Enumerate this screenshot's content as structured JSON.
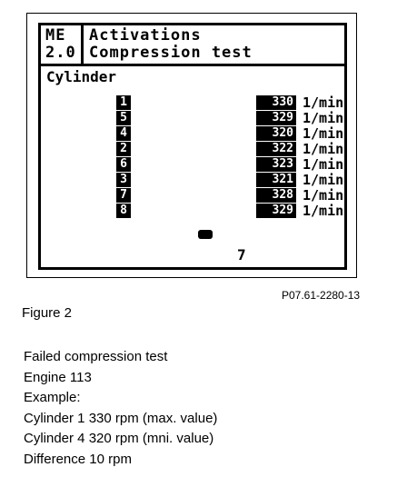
{
  "screen": {
    "header": {
      "system": "ME",
      "version": "2.0",
      "menu": "Activations",
      "function": "Compression test"
    },
    "cylinder_label": "Cylinder",
    "rows": [
      {
        "cyl": "1",
        "value": "330",
        "unit": "1/min"
      },
      {
        "cyl": "5",
        "value": "329",
        "unit": "1/min"
      },
      {
        "cyl": "4",
        "value": "320",
        "unit": "1/min"
      },
      {
        "cyl": "2",
        "value": "322",
        "unit": "1/min"
      },
      {
        "cyl": "6",
        "value": "323",
        "unit": "1/min"
      },
      {
        "cyl": "3",
        "value": "321",
        "unit": "1/min"
      },
      {
        "cyl": "7",
        "value": "328",
        "unit": "1/min"
      },
      {
        "cyl": "8",
        "value": "329",
        "unit": "1/min"
      }
    ],
    "count": "7"
  },
  "figure": {
    "reference": "P07.61-2280-13",
    "caption": "Figure 2"
  },
  "notes": [
    "Failed compression test",
    "Engine 113",
    "Example:",
    " Cylinder 1 330 rpm (max. value)",
    " Cylinder 4 320 rpm (mni. value)",
    " Difference 10 rpm"
  ]
}
